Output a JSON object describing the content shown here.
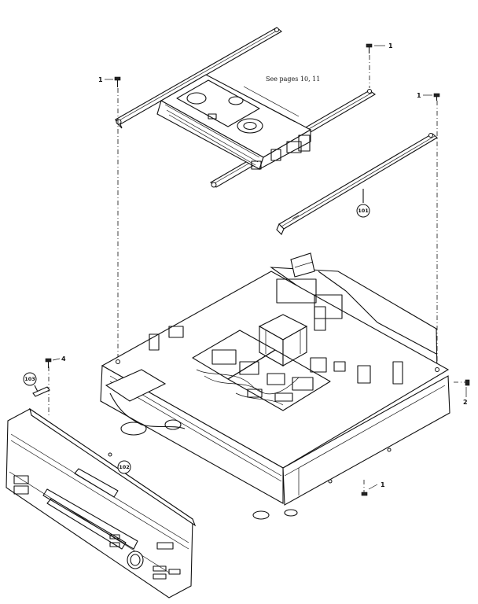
{
  "note": "See pages 10, 11",
  "callouts": {
    "screw_top_left": "1",
    "screw_top_right": "1",
    "screw_right": "1",
    "screw_bottom": "1",
    "screw_side": "2",
    "screw_panel": "4",
    "part_101": "101",
    "part_102": "102",
    "part_103": "103"
  }
}
